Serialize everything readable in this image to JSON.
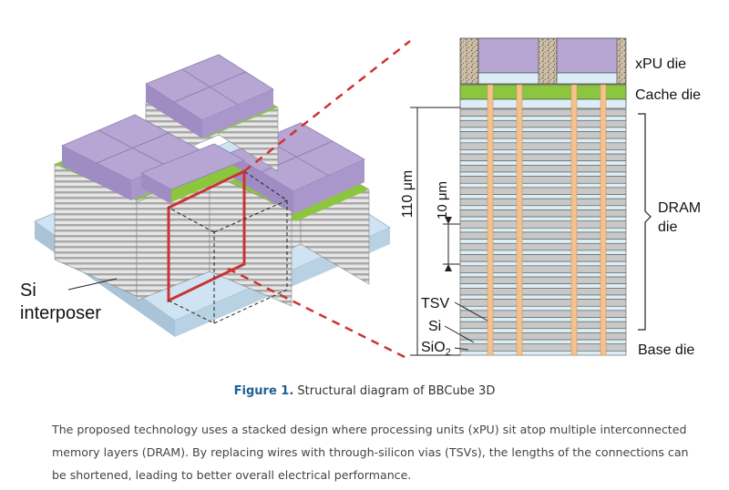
{
  "figure": {
    "labels": {
      "interposer_line1": "Si",
      "interposer_line2": "interposer",
      "xpu_die": "xPU die",
      "cache_die": "Cache die",
      "dram_line1": "DRAM",
      "dram_line2": "die",
      "base_die": "Base die",
      "height_110": "110 μm",
      "height_10": "10 μm",
      "tsv": "TSV",
      "si": "Si",
      "sio2": "SiO",
      "sio2_sub": "2"
    },
    "colors": {
      "xpu": "#b7a6d4",
      "cache": "#8cc63f",
      "dram_gray": "#c8c8c8",
      "dram_light": "#dbeef5",
      "tsv": "#f5c28e",
      "interposer": "#cfe3f2",
      "section_outline": "#cc3333"
    }
  },
  "caption": {
    "figure_number": "Figure 1.",
    "title": " Structural diagram of BBCube 3D"
  },
  "body": {
    "text": "The proposed technology uses a stacked design where processing units (xPU) sit atop multiple interconnected memory layers (DRAM). By replacing wires with through-silicon vias (TSVs), the lengths of the connections can be shortened, leading to better overall electrical performance."
  }
}
